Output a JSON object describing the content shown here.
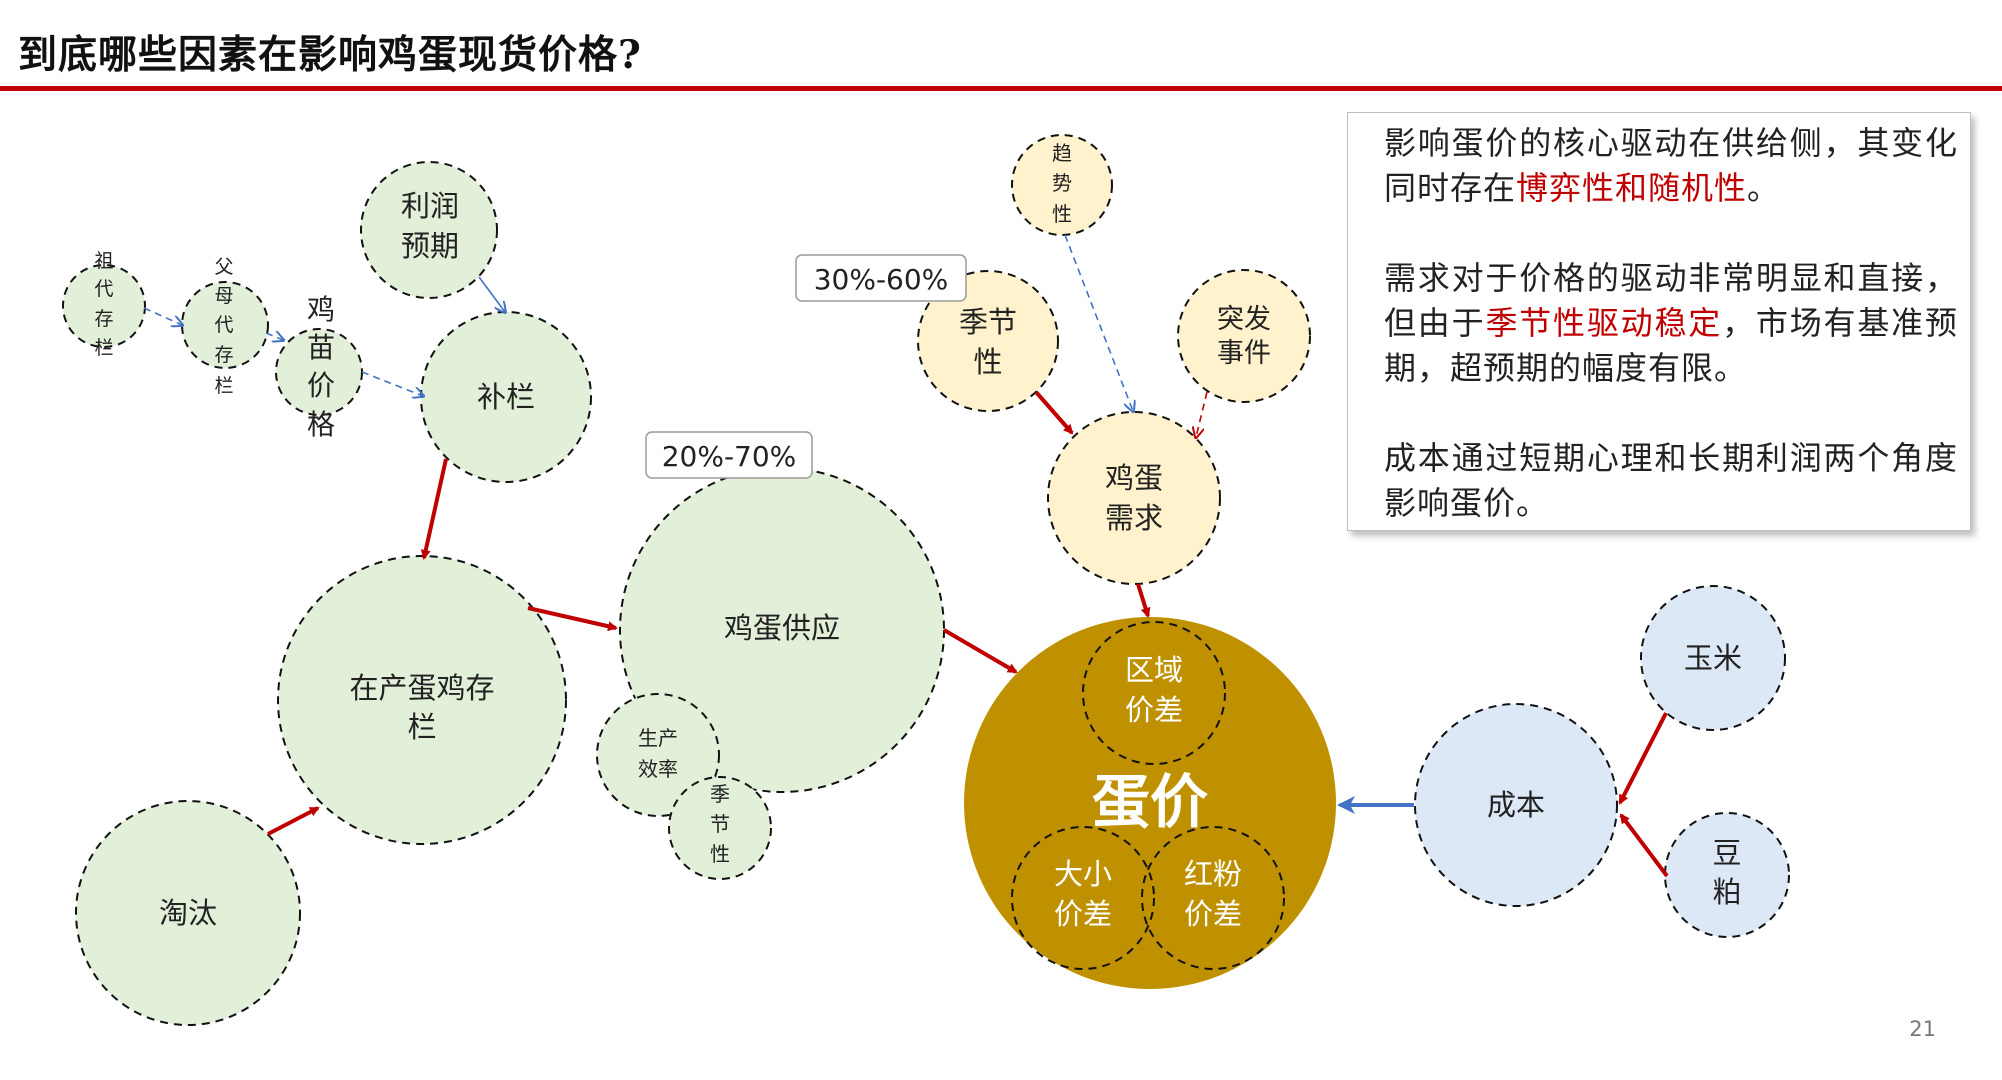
{
  "title": "到底哪些因素在影响鸡蛋现货价格?",
  "page_number": "21",
  "nodes": {
    "zudai": [
      "祖",
      "代",
      "存",
      "栏"
    ],
    "fumudai": [
      "父",
      "母",
      "代",
      "存",
      "栏"
    ],
    "jimiao": [
      "鸡",
      "苗",
      "价",
      "格"
    ],
    "lirun": [
      "利润",
      "预期"
    ],
    "bulan": "补栏",
    "zaichan": [
      "在产蛋鸡存",
      "栏"
    ],
    "taotai": "淘汰",
    "supply": "鸡蛋供应",
    "efficiency": [
      "生产",
      "效率"
    ],
    "season_small": [
      "季",
      "节",
      "性"
    ],
    "season": [
      "季节",
      "性"
    ],
    "trend": [
      "趋",
      "势",
      "性"
    ],
    "emergency": [
      "突发",
      "事件"
    ],
    "demand": [
      "鸡蛋",
      "需求"
    ],
    "price": "蛋价",
    "region": [
      "区域",
      "价差"
    ],
    "size": [
      "大小",
      "价差"
    ],
    "color_diff": [
      "红粉",
      "价差"
    ],
    "cost": "成本",
    "corn": "玉米",
    "soymeal": [
      "豆",
      "粕"
    ]
  },
  "percent_labels": {
    "supply": "20%-70%",
    "demand": "30%-60%"
  },
  "note": {
    "p1_before": "影响蛋价的核心驱动在供给侧，其变化同时存在",
    "p1_highlight": "博弈性和随机性",
    "p1_after": "。",
    "p2_before": "需求对于价格的驱动非常明显和直接，但由于",
    "p2_highlight": "季节性驱动稳定",
    "p2_after": "，市场有基准预期，超预期的幅度有限。",
    "p3": "成本通过短期心理和长期利润两个角度影响蛋价。"
  },
  "colors": {
    "green_fill": "#e2efd9",
    "yellow_fill": "#fff2cc",
    "blue_fill": "#dde8f6",
    "price_fill": "#bf9000",
    "arrow_red": "#c00000",
    "arrow_blue": "#4472c4",
    "rule_red": "#c00000"
  }
}
